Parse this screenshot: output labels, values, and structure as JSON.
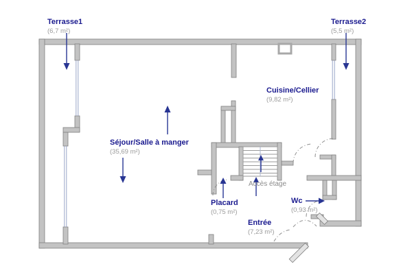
{
  "plan": {
    "type": "floor-plan",
    "colors": {
      "room_name": "#1b1b8f",
      "area": "#9b9b9b",
      "arrow": "#283593",
      "wall_fill": "#c3c3c3",
      "wall_edge": "#808080",
      "window": "#9aa5c9",
      "background": "#ffffff"
    },
    "rooms": [
      {
        "name": "Terrasse1",
        "area": "(6,7 m²)",
        "access_arrow": "down"
      },
      {
        "name": "Terrasse2",
        "area": "(5,5 m²)",
        "access_arrow": "down"
      },
      {
        "name": "Cuisine/Cellier",
        "area": "(9,82 m²)"
      },
      {
        "name": "Séjour/Salle à manger",
        "area": "(35,69 m²)",
        "access_arrow": "up-down"
      },
      {
        "name": "Placard",
        "area": "(0,75 m²)",
        "access_arrow": "up"
      },
      {
        "name": "Entrée",
        "area": "(7,23 m²)"
      },
      {
        "name": "Wc",
        "area": "(0,93 m²)",
        "access_arrow": "right"
      }
    ],
    "annotations": [
      {
        "label": "Accès étage",
        "arrow": "up"
      }
    ]
  }
}
